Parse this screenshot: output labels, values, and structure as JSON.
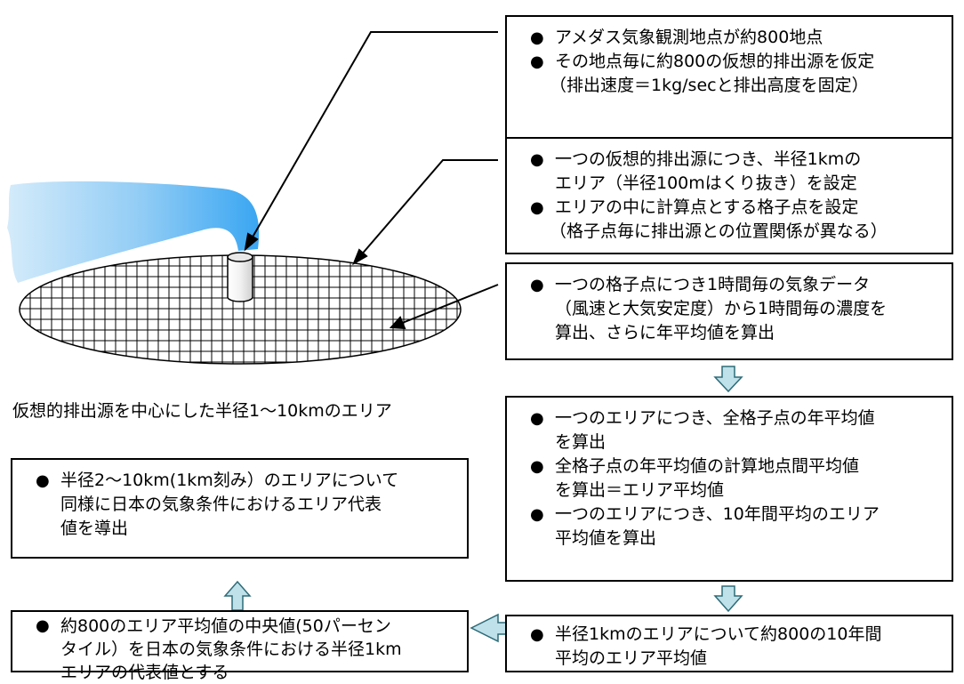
{
  "boxes": {
    "b1": {
      "items": [
        {
          "lines": [
            "アメダス気象観測地点が約800地点"
          ]
        },
        {
          "lines": [
            "その地点毎に約800の仮想的排出源を仮定"
          ]
        }
      ],
      "note": "（排出速度＝1kg/secと排出高度を固定）"
    },
    "b2": {
      "items": [
        {
          "lines": [
            "一つの仮想的排出源につき、半径1kmの",
            "エリア（半径100mはくり抜き）を設定"
          ]
        },
        {
          "lines": [
            "エリアの中に計算点とする格子点を設定"
          ]
        }
      ],
      "note": "（格子点毎に排出源との位置関係が異なる）"
    },
    "b3": {
      "items": [
        {
          "lines": [
            "一つの格子点につき1時間毎の気象データ",
            "（風速と大気安定度）から1時間毎の濃度を",
            "算出、さらに年平均値を算出"
          ]
        }
      ]
    },
    "b4": {
      "items": [
        {
          "lines": [
            "一つのエリアにつき、全格子点の年平均値",
            "を算出"
          ]
        },
        {
          "lines": [
            "全格子点の年平均値の計算地点間平均値",
            "を算出＝エリア平均値"
          ]
        },
        {
          "lines": [
            "一つのエリアにつき、10年間平均のエリア",
            "平均値を算出"
          ]
        }
      ]
    },
    "b5": {
      "items": [
        {
          "lines": [
            "半径1kmのエリアについて約800の10年間",
            "平均のエリア平均値"
          ]
        }
      ]
    },
    "b6": {
      "items": [
        {
          "lines": [
            "約800のエリア平均値の中央値(50パーセン",
            "タイル）を日本の気象条件における半径1km",
            "エリアの代表値とする"
          ]
        }
      ]
    },
    "b7": {
      "items": [
        {
          "lines": [
            "半径2〜10km(1km刻み）のエリアについて",
            "同様に日本の気象条件におけるエリア代表",
            "値を導出"
          ]
        }
      ]
    }
  },
  "caption": "仮想的排出源を中心にした半径1〜10kmのエリア",
  "colors": {
    "arrow_fill": "#bfe1ea",
    "arrow_stroke": "#2d6b78",
    "plume_dark": "#3aa6f2",
    "plume_light": "#d4ebfa"
  }
}
